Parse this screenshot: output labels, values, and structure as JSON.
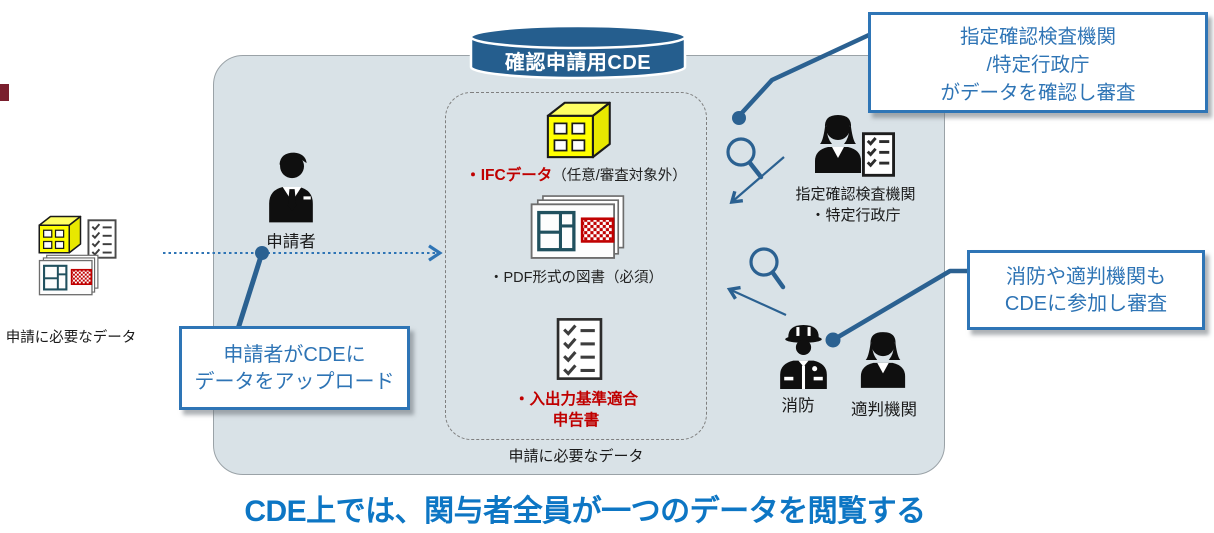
{
  "colors": {
    "container_bg": "#d9e2e7",
    "cylinder_blue": "#255E8E",
    "callout_border": "#2E75B6",
    "callout_text": "#2E74B5",
    "connector_blue": "#2B6191",
    "alert_red": "#C00000",
    "footer_blue": "#0D76C4",
    "ifc_yellow": "#FFFF00"
  },
  "cylinder": {
    "label": "確認申請用CDE"
  },
  "left_data": {
    "caption": "申請に必要なデータ"
  },
  "applicant": {
    "label": "申請者"
  },
  "cde_contents": {
    "ifc_label": "・IFCデータ",
    "ifc_note": "（任意/審査対象外）",
    "pdf_label": "・PDF形式の図書（必須）",
    "declaration_line1": "・入出力基準適合",
    "declaration_line2": "申告書",
    "caption": "申請に必要なデータ"
  },
  "callouts": {
    "inspection": {
      "line1": "指定確認検査機関",
      "line2": "/特定行政庁",
      "line3": "がデータを確認し審査"
    },
    "upload": {
      "line1": "申請者がCDEに",
      "line2": "データをアップロード"
    },
    "fire": {
      "line1": "消防や適判機関も",
      "line2": "CDEに参加し審査"
    }
  },
  "reviewers": {
    "inspection_line1": "指定確認検査機関",
    "inspection_line2": "・特定行政庁",
    "fire": "消防",
    "conformity": "適判機関"
  },
  "footer": {
    "title": "CDE上では、関与者全員が一つのデータを閲覧する"
  }
}
